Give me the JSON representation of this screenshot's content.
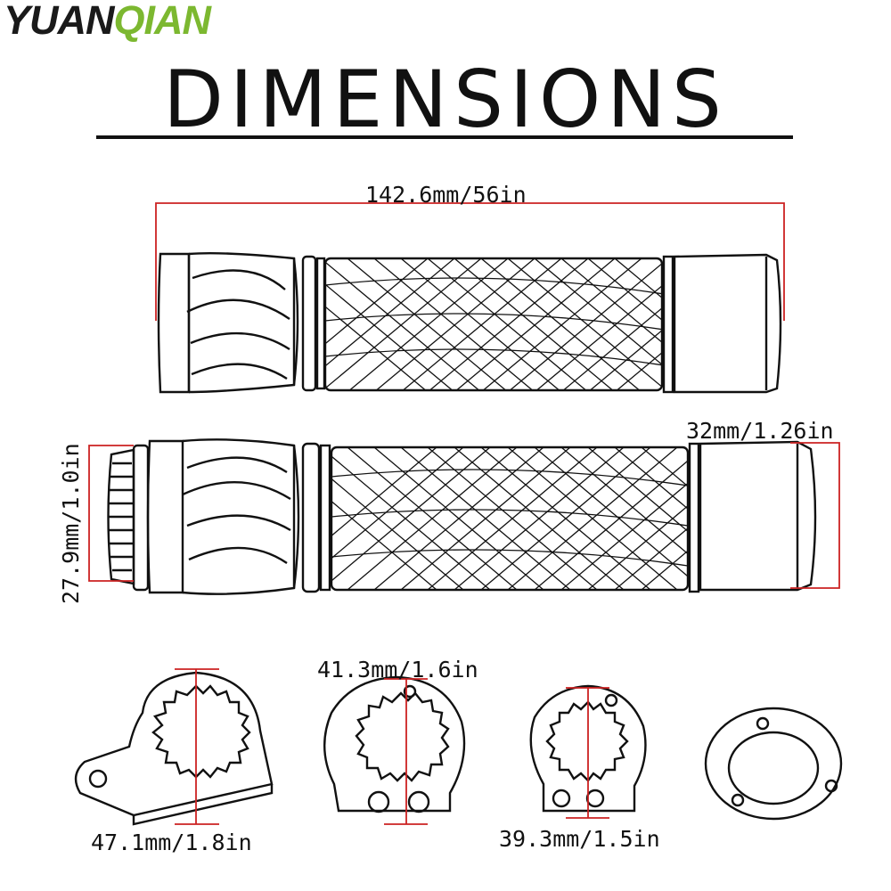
{
  "brand": {
    "logo_left": "YUAN",
    "logo_right": "IAN",
    "logo_mark": "Q",
    "accent_color": "#7cb830"
  },
  "title": "DIMENSIONS",
  "dimensions": {
    "overall_length": "142.6mm/56in",
    "end_diameter": "32mm/1.26in",
    "grip_diameter": "27.9mm/1.0in",
    "clamp_a": "41.3mm/1.6in",
    "clamp_b": "47.1mm/1.8in",
    "clamp_c": "39.3mm/1.5in"
  },
  "colors": {
    "line": "#111111",
    "dimension_line": "#cc2222"
  }
}
